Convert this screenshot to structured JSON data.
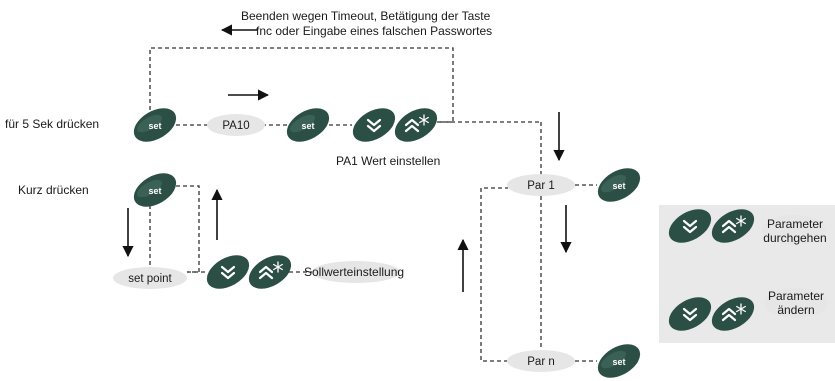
{
  "colors": {
    "button": "#2c4f45",
    "button_highlight": "#4e7569",
    "pill": "#e6e6e6",
    "side_panel": "#e9e9e9",
    "line": "#333333"
  },
  "icons": {
    "set_button": "set-button-icon",
    "down_button": "chevron-down-button-icon",
    "up_defrost_button": "chevron-up-snowflake-button-icon"
  },
  "labels": {
    "timeout_line1": "Beenden wegen Timeout, Betätigung der Taste",
    "timeout_line2": "fnc oder Eingabe eines falschen Passwortes",
    "press_5s": "für 5 Sek drücken",
    "press_short": "Kurz drücken",
    "set_text": "set",
    "pa10": "PA10",
    "pa1_adjust": "PA1 Wert einstellen",
    "set_point": "set point",
    "setpoint_adjust": "Sollwerteinstellung",
    "par1": "Par 1",
    "parn": "Par n",
    "browse_line1": "Parameter",
    "browse_line2": "durchgehen",
    "change_line1": "Parameter",
    "change_line2": "ändern"
  }
}
